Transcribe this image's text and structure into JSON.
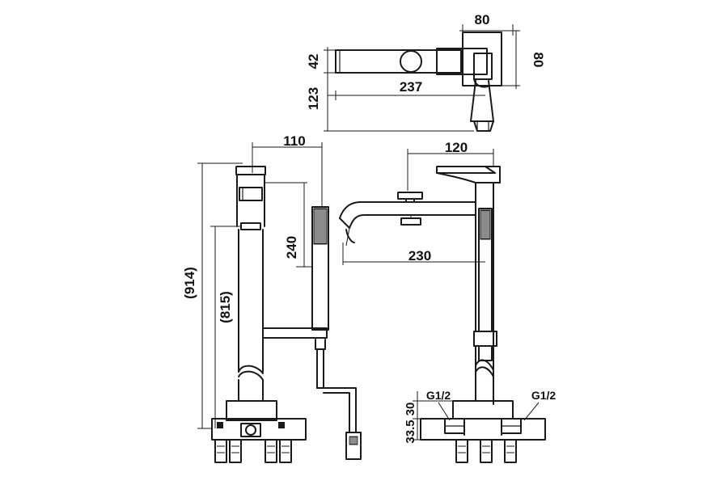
{
  "drawing": {
    "top_view": {
      "dims": {
        "width": "80",
        "depth": "80",
        "body_height": "42",
        "offset": "123",
        "spout_length": "237"
      }
    },
    "side_view": {
      "dims": {
        "offset": "110",
        "hand_shower": "240",
        "total_height": "(914)",
        "spout_height": "(815)"
      }
    },
    "front_view": {
      "dims": {
        "handle_reach": "120",
        "spout_reach": "230",
        "thread_left": "G1/2",
        "thread_right": "G1/2",
        "base_upper": "30",
        "base_lower": "33.5"
      }
    }
  }
}
